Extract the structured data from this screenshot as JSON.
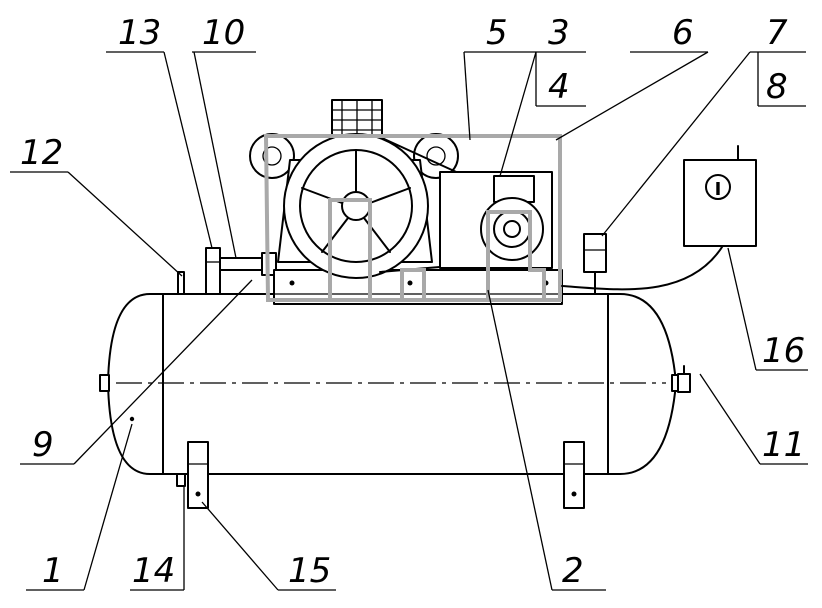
{
  "callouts": [
    {
      "id": "c1",
      "label": "1"
    },
    {
      "id": "c2",
      "label": "2"
    },
    {
      "id": "c3",
      "label": "3"
    },
    {
      "id": "c4",
      "label": "4"
    },
    {
      "id": "c5",
      "label": "5"
    },
    {
      "id": "c6",
      "label": "6"
    },
    {
      "id": "c7",
      "label": "7"
    },
    {
      "id": "c8",
      "label": "8"
    },
    {
      "id": "c9",
      "label": "9"
    },
    {
      "id": "c10",
      "label": "10"
    },
    {
      "id": "c11",
      "label": "11"
    },
    {
      "id": "c12",
      "label": "12"
    },
    {
      "id": "c13",
      "label": "13"
    },
    {
      "id": "c14",
      "label": "14"
    },
    {
      "id": "c15",
      "label": "15"
    },
    {
      "id": "c16",
      "label": "16"
    }
  ],
  "control_box": {
    "switch_symbol": "I"
  }
}
